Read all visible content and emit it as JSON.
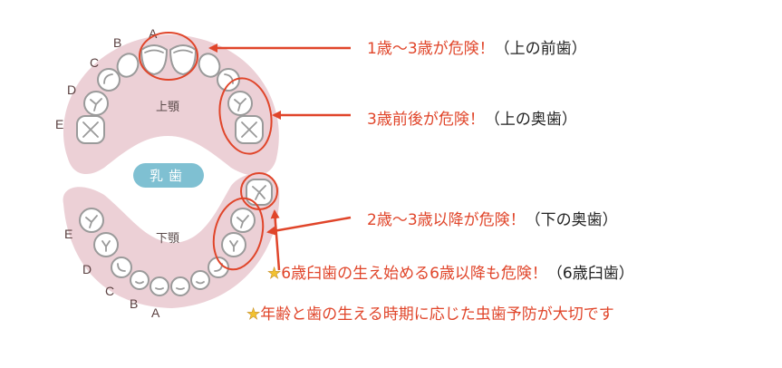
{
  "diagram": {
    "badge": "乳歯",
    "upper_jaw_label": "上顎",
    "lower_jaw_label": "下顎",
    "tooth_letters": [
      "A",
      "B",
      "C",
      "D",
      "E"
    ],
    "colors": {
      "gum": "#ecd0d6",
      "badge": "#7fc0d2",
      "accent": "#e0452a"
    }
  },
  "annotations": [
    {
      "risk": "1歳〜3歳が危険！",
      "note": "（上の前歯）"
    },
    {
      "risk": "3歳前後が危険！",
      "note": "（上の奥歯）"
    },
    {
      "risk": "2歳〜3歳以降が危険！",
      "note": "（下の奥歯）"
    },
    {
      "icon": "star-icon",
      "risk": "6歳臼歯の生え始める6歳以降も危険！",
      "note": "（6歳臼歯）"
    },
    {
      "icon": "star-icon",
      "risk": "年齢と歯の生える時期に応じた虫歯予防が大切です"
    }
  ]
}
